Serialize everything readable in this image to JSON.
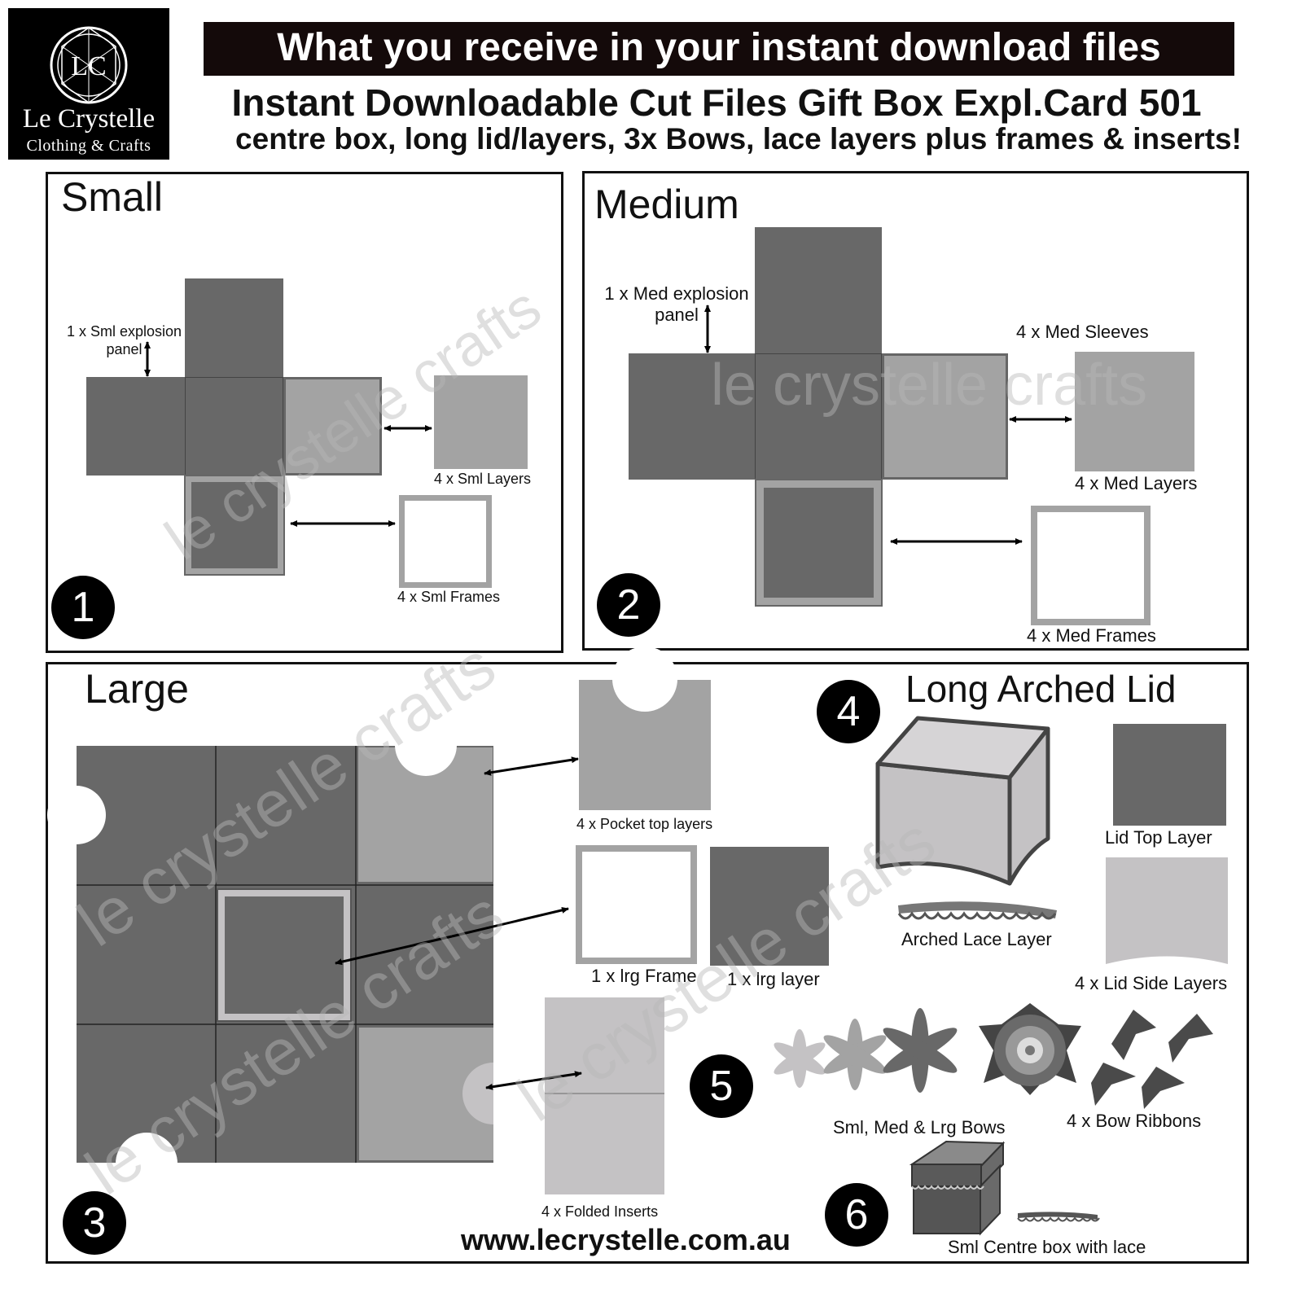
{
  "logo": {
    "brand": "Le Crystelle",
    "sub": "Clothing & Crafts",
    "monogram": "LC"
  },
  "header": {
    "banner": "What you receive in your instant download files",
    "title": "Instant Downloadable Cut Files Gift Box Expl.Card 501",
    "subtitle": "centre box, long lid/layers, 3x Bows, lace layers plus frames & inserts!"
  },
  "watermark": "le crystelle crafts",
  "panels": {
    "small": {
      "title": "Small",
      "number": "1",
      "explosion_label": "1 x Sml explosion\npanel",
      "layers_label": "4 x Sml Layers",
      "frames_label": "4 x Sml Frames"
    },
    "medium": {
      "title": "Medium",
      "number": "2",
      "explosion_label": "1 x Med explosion\npanel",
      "sleeves_label": "4 x Med Sleeves",
      "layers_label": "4 x Med Layers",
      "frames_label": "4 x Med Frames"
    },
    "large": {
      "title": "Large",
      "number": "3",
      "pocket_label": "4 x Pocket top layers",
      "frame_label": "1 x lrg Frame",
      "layer_label": "1 x lrg layer",
      "inserts_label": "4 x Folded Inserts"
    },
    "lid": {
      "title": "Long Arched Lid",
      "number": "4",
      "top_label": "Lid Top Layer",
      "lace_label": "Arched Lace Layer",
      "side_label": "4 x Lid Side Layers"
    },
    "bows": {
      "number": "5",
      "bows_label": "Sml, Med & Lrg Bows",
      "ribbons_label": "4 x Bow Ribbons"
    },
    "centre": {
      "number": "6",
      "label": "Sml Centre box with lace"
    }
  },
  "website": "www.lecrystelle.com.au",
  "colors": {
    "dark": "#686868",
    "mid": "#a3a3a3",
    "light": "#c4c2c4",
    "black": "#000000"
  }
}
